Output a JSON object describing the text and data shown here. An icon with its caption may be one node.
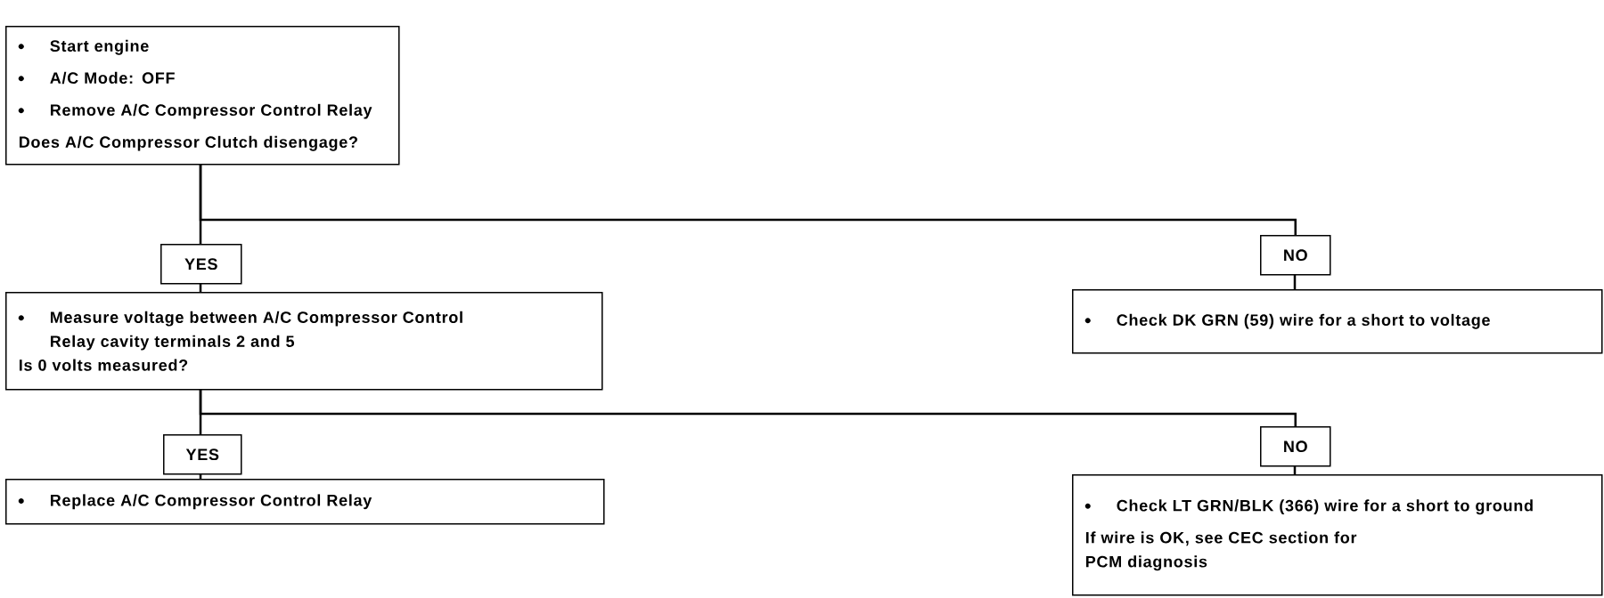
{
  "diagram": {
    "nodes": [
      {
        "text": [
          "Start engine",
          "A/C Mode: OFF",
          "Remove A/C Compressor Control Relay",
          "Does A/C Compressor Clutch disengage?"
        ]
      },
      {
        "text": [
          "YES"
        ]
      },
      {
        "text": [
          "NO"
        ]
      },
      {
        "text": [
          "Measure voltage between A/C Compressor Control Relay cavity terminals 2 and 5",
          "Is 0 volts measured?"
        ]
      },
      {
        "text": [
          "Check DK GRN (59) wire for a short to voltage"
        ]
      },
      {
        "text": [
          "YES"
        ]
      },
      {
        "text": [
          "NO"
        ]
      },
      {
        "text": [
          "Replace A/C Compressor Control Relay"
        ]
      },
      {
        "text": [
          "Check LT GRN/BLK (366) wire for a short to ground",
          "If wire is OK, see CEC section for PCM diagnosis"
        ]
      }
    ],
    "edges": [
      {
        "from": 0,
        "to": 1,
        "arrow": "none"
      },
      {
        "from": 1,
        "to": 3,
        "arrow": "none"
      },
      {
        "from": 0,
        "to": 2,
        "arrow": "none"
      },
      {
        "from": 2,
        "to": 4,
        "arrow": "none"
      },
      {
        "from": 3,
        "to": 5,
        "arrow": "none"
      },
      {
        "from": 5,
        "to": 7,
        "arrow": "none"
      },
      {
        "from": 3,
        "to": 6,
        "arrow": "none"
      },
      {
        "from": 6,
        "to": 8,
        "arrow": "none"
      }
    ]
  }
}
